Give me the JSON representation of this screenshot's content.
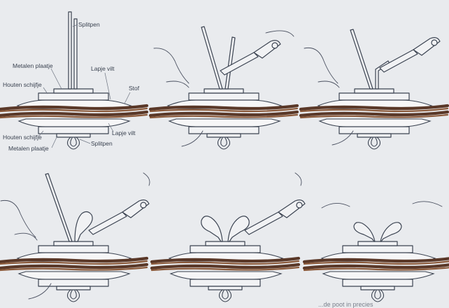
{
  "labels": {
    "splitpen_top": "Splitpen",
    "metalen_plaatje_top": "Metalen plaatje",
    "houten_schijfje_top": "Houten schijfje",
    "lapje_vilt_top": "Lapje vilt",
    "stof": "Stof",
    "houten_schijfje_bottom": "Houten schijfje",
    "metalen_plaatje_bottom": "Metalen plaatje",
    "lapje_vilt_bottom": "Lapje vilt",
    "splitpen_bottom": "Splitpen"
  },
  "caption": "...de poot in precies"
}
